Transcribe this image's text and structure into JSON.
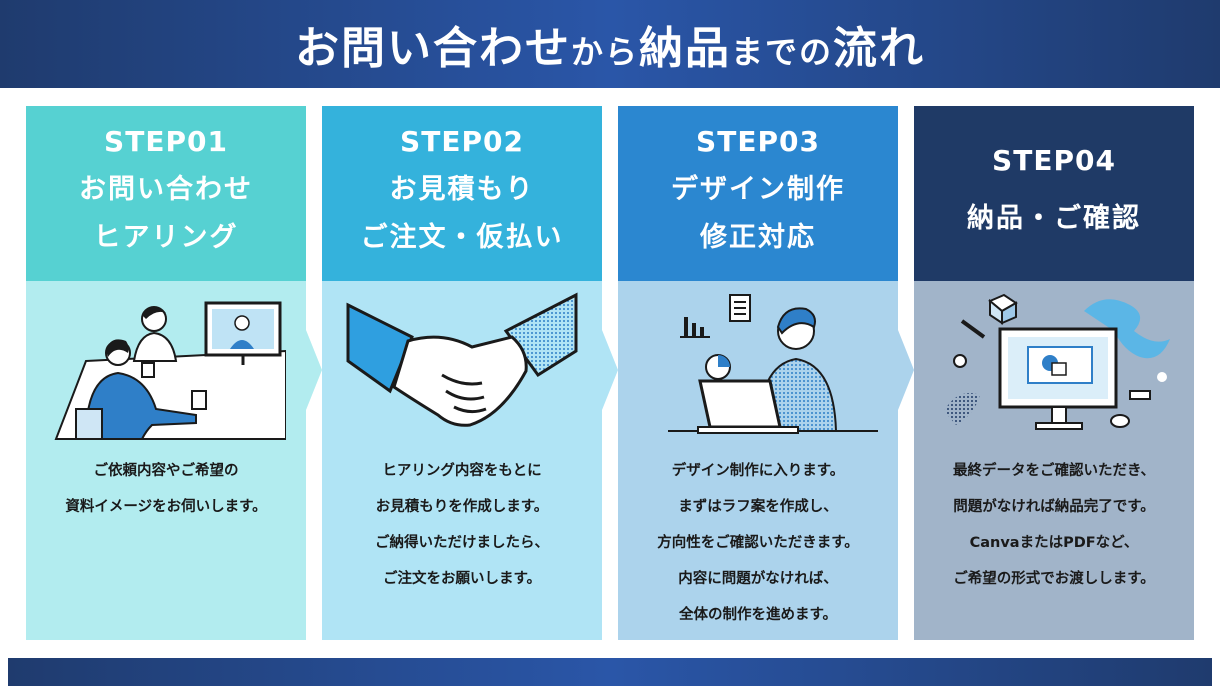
{
  "title": {
    "part1": "お問い合わせ",
    "part2": "から",
    "part3": "納品",
    "part4": "までの",
    "part5": "流れ"
  },
  "colors": {
    "header": "#2a56a8",
    "step1_head": "#56d1d2",
    "step1_body": "#b2ecef",
    "step2_head": "#34b2dc",
    "step2_body": "#b0e4f5",
    "step3_head": "#2b87d0",
    "step3_body": "#acd3ec",
    "step4_head": "#1f3a66",
    "step4_body": "#a1b4c9"
  },
  "steps": [
    {
      "label": "STEP01",
      "title": [
        "お問い合わせ",
        "ヒアリング"
      ],
      "illustration": "video-meeting-illustration",
      "desc": [
        "ご依頼内容やご希望の",
        "資料イメージをお伺いします。"
      ]
    },
    {
      "label": "STEP02",
      "title": [
        "お見積もり",
        "ご注文・仮払い"
      ],
      "illustration": "handshake-illustration",
      "desc": [
        "ヒアリング内容をもとに",
        "お見積もりを作成します。",
        "ご納得いただけましたら、",
        "ご注文をお願いします。"
      ]
    },
    {
      "label": "STEP03",
      "title": [
        "デザイン制作",
        "修正対応"
      ],
      "illustration": "designer-at-laptop-illustration",
      "desc": [
        "デザイン制作に入ります。",
        "まずはラフ案を作成し、",
        "方向性をご確認いただきます。",
        "内容に問題がなければ、",
        "全体の制作を進めます。"
      ]
    },
    {
      "label": "STEP04",
      "title": [
        "納品・ご確認"
      ],
      "illustration": "creative-monitor-illustration",
      "desc": [
        "最終データをご確認いただき、",
        "問題がなければ納品完了です。",
        "CanvaまたはPDFなど、",
        "ご希望の形式でお渡しします。"
      ]
    }
  ]
}
